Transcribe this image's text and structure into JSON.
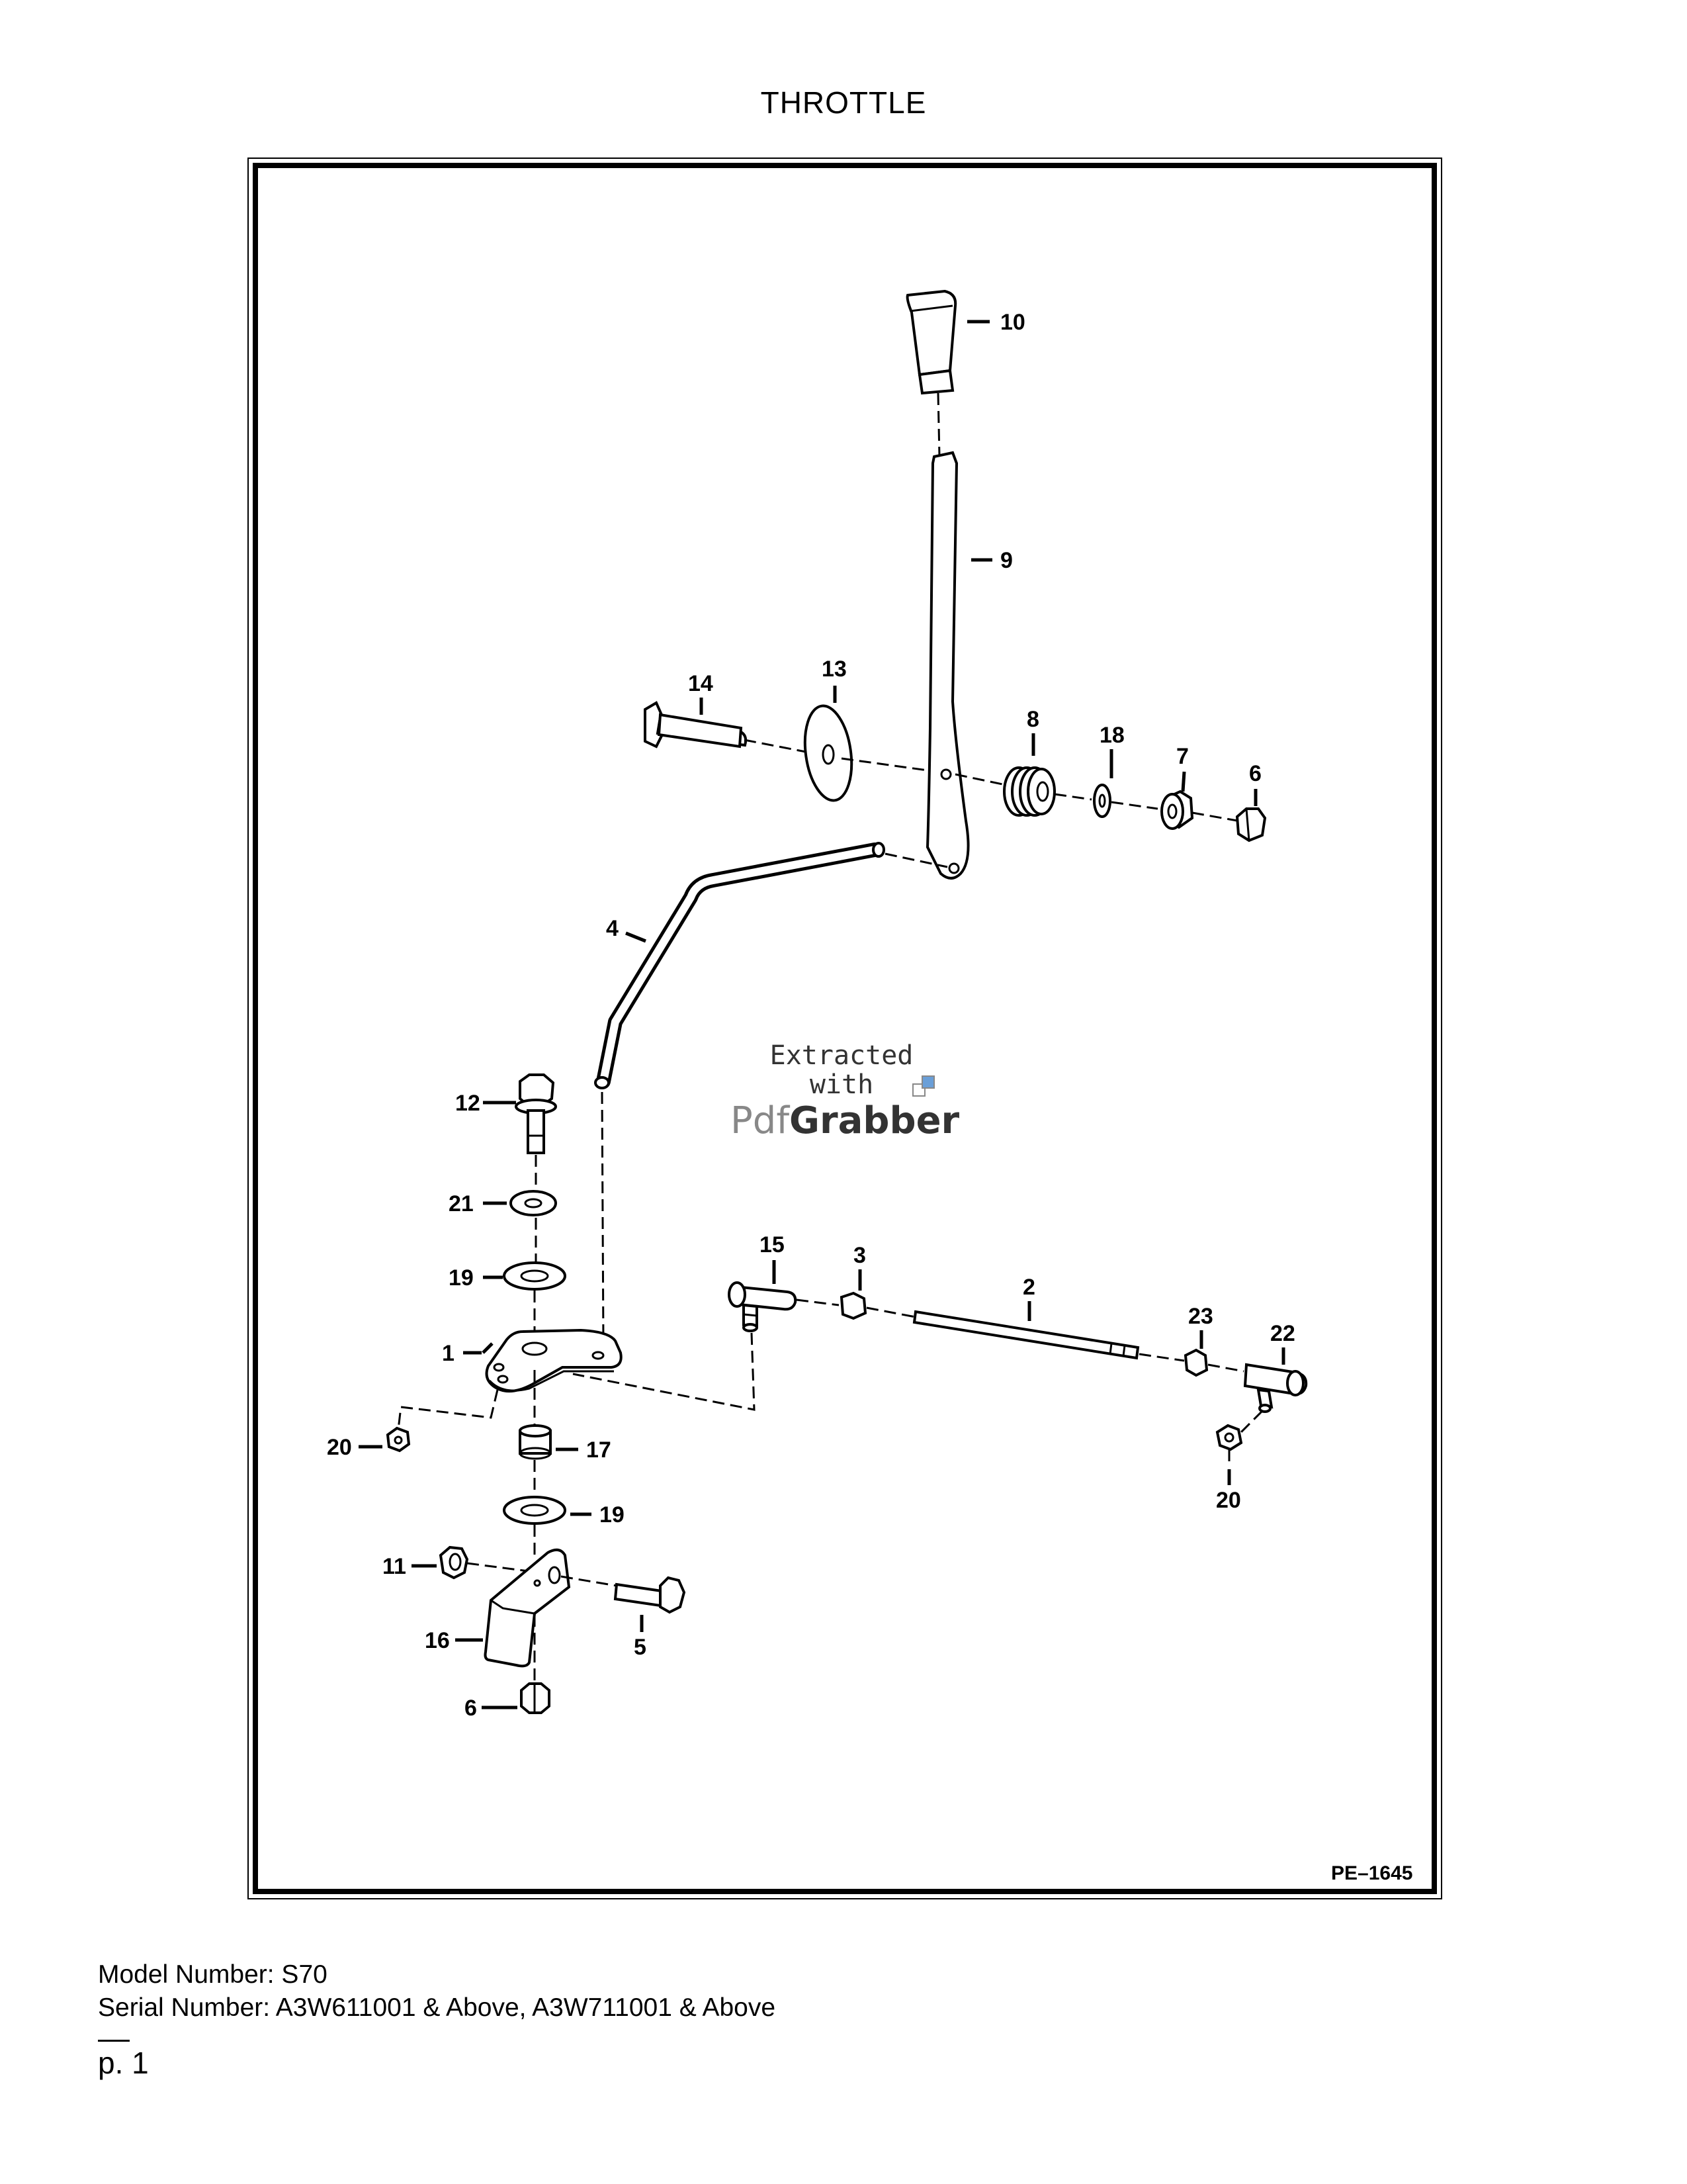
{
  "title": "THROTTLE",
  "figure_code": "PE–1645",
  "watermark": {
    "line1": "Extracted",
    "line2": "with",
    "brand_part1": "Pdf",
    "brand_part2": "Grabber"
  },
  "callouts": {
    "c10": "10",
    "c9": "9",
    "c14": "14",
    "c13": "13",
    "c8": "8",
    "c18": "18",
    "c7": "7",
    "c6a": "6",
    "c4": "4",
    "c12": "12",
    "c21": "21",
    "c19a": "19",
    "c15": "15",
    "c3": "3",
    "c2": "2",
    "c23": "23",
    "c22": "22",
    "c1": "1",
    "c20a": "20",
    "c17": "17",
    "c19b": "19",
    "c20b": "20",
    "c11": "11",
    "c16": "16",
    "c5": "5",
    "c6b": "6"
  },
  "footer": {
    "model": "Model Number: S70",
    "serial": "Serial Number: A3W611001 & Above, A3W711001 & Above"
  },
  "page_number": "p. 1"
}
